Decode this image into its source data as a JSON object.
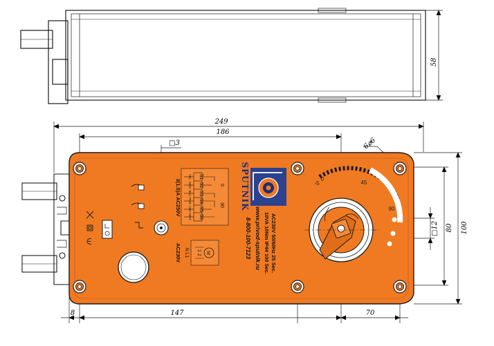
{
  "dimensions": {
    "overall_length": "249",
    "mount_length": "186",
    "height_top": "58",
    "shaft_square": "□3",
    "hole_diameter": "6⌀6",
    "shaft_size": "□12",
    "mount_height": "80",
    "overall_height": "100",
    "left_offset": "8",
    "shaft_offset": "147",
    "right_offset": "70"
  },
  "label": {
    "brand": "SPUTNIK",
    "spec_line1": "AC230V 50/60Hz 25 Sec.",
    "spec_line2": "10VA 10Nm IP44 100 Sec.",
    "website": "www.privod-sputnik.ru",
    "phone": "8-800-100-7123",
    "switch_rating": "3(1.5)A AC250V",
    "motor_voltage": "AC230V",
    "motor_terms": "N  L1",
    "motor_nums": "1  2",
    "motor_symbol": "M",
    "terminals": [
      "S1",
      "S2",
      "S3",
      "S4",
      "S5",
      "S6"
    ],
    "wire_colors": [
      "YEL",
      "GRN",
      "BLU",
      "PUR",
      "ORY",
      "WHT"
    ],
    "switch_a": "0",
    "switch_b": "90"
  },
  "scale": {
    "start": "0",
    "minus": "-5",
    "mid": "45",
    "end": "90"
  },
  "colors": {
    "body": "#f07a22",
    "outline": "#1a1a1a",
    "brand": "#1c2d7a"
  }
}
